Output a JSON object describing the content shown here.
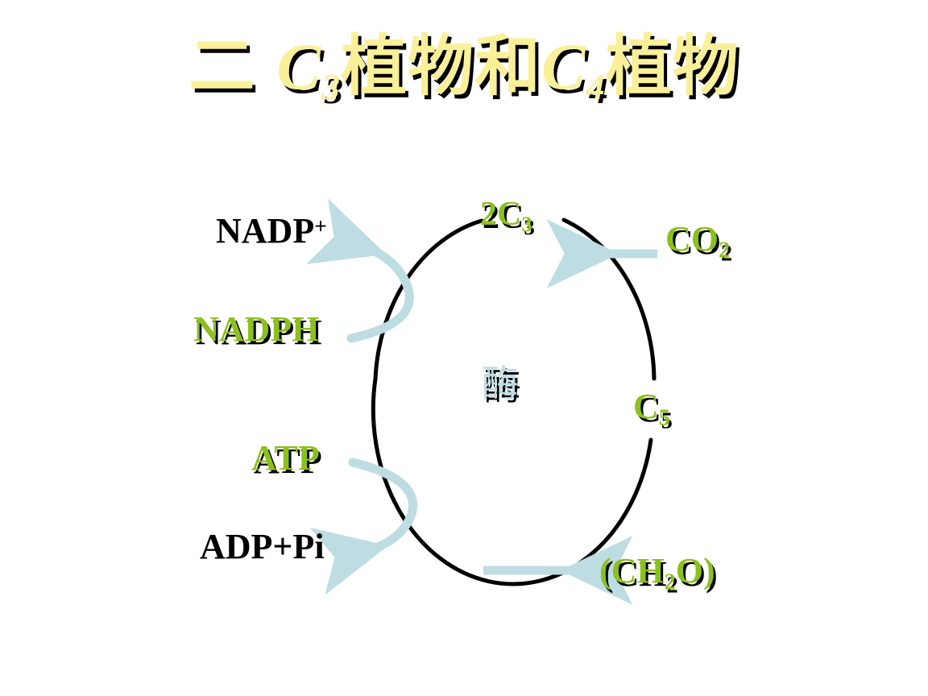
{
  "slide": {
    "background_color": "#ffffff",
    "title": {
      "prefix": "二",
      "segment_1_letter": "C",
      "segment_1_sub": "3",
      "segment_1_word": "植物",
      "conjunction": "和",
      "segment_2_letter": "C",
      "segment_2_sub": "4",
      "segment_2_word": "植物",
      "full_text": "二 C₃植物和C₄植物",
      "text_color": "#faf099",
      "shadow_color": "#000000"
    },
    "diagram": {
      "name": "calvin-cycle-diagram",
      "cycle_shape": "ellipse",
      "cycle_stroke_color": "#000000",
      "arrow_color": "#bddde2",
      "green_color": "#8cc01c",
      "black_color": "#000000",
      "enzyme_color": "#bddde2",
      "labels": {
        "nadp_plus": {
          "base": "NADP",
          "sup": "+"
        },
        "nadph": {
          "base": "NADPH"
        },
        "atp": {
          "base": "ATP"
        },
        "adp_pi": {
          "base": "ADP+Pi"
        },
        "two_c3": {
          "base": "2C",
          "sub": "3"
        },
        "co2": {
          "base": "CO",
          "sub": "2"
        },
        "c5": {
          "base": "C",
          "sub": "5"
        },
        "enzyme": {
          "base": "酶"
        },
        "ch2o": {
          "open": "(CH",
          "sub": "2",
          "tail": "O",
          "close": ")"
        }
      }
    }
  }
}
